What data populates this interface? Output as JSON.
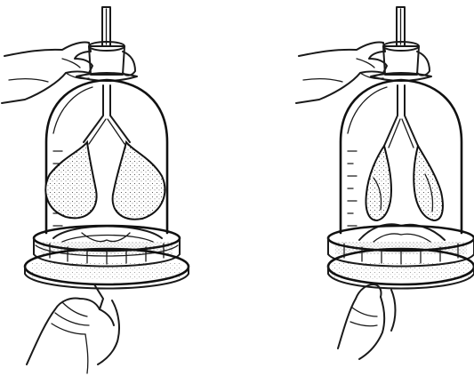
{
  "figure": {
    "panels": [
      {
        "id": "left",
        "marking": "2"
      },
      {
        "id": "right",
        "marking": "2"
      }
    ]
  },
  "colors": {
    "ink": "#1a1a1a",
    "background": "#ffffff"
  }
}
